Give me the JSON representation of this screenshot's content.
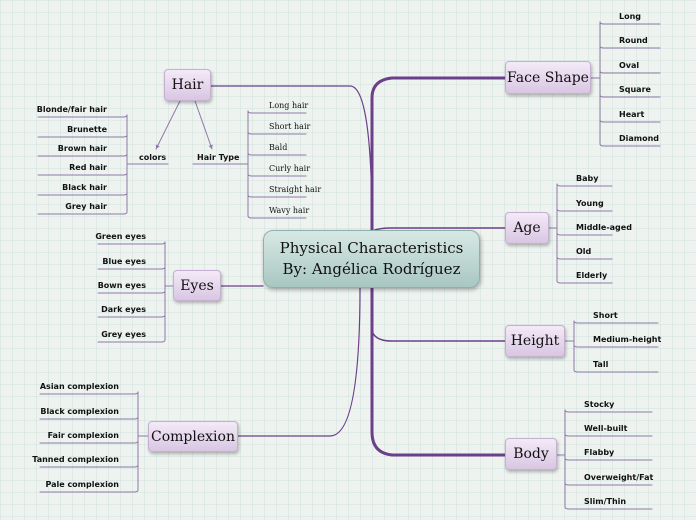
{
  "central": {
    "line1": "Physical Characteristics",
    "line2": "By: Angélica Rodríguez"
  },
  "topics": {
    "hair": "Hair",
    "eyes": "Eyes",
    "complexion": "Complexion",
    "face_shape": "Face Shape",
    "age": "Age",
    "height": "Height",
    "body": "Body"
  },
  "hair_subtopics": {
    "colors": "colors",
    "hair_type": "Hair Type"
  },
  "hair_colors": [
    "Blonde/fair hair",
    "Brunette",
    "Brown hair",
    "Red hair",
    "Black hair",
    "Grey hair"
  ],
  "hair_types": [
    "Long hair",
    "Short hair",
    "Bald",
    "Curly hair",
    "Straight hair",
    "Wavy hair"
  ],
  "eyes": [
    "Green eyes",
    "Blue eyes",
    "Bown eyes",
    "Dark eyes",
    "Grey eyes"
  ],
  "complexion": [
    "Asian complexion",
    "Black complexion",
    "Fair complexion",
    "Tanned complexion",
    "Pale complexion"
  ],
  "face_shape": [
    "Long",
    "Round",
    "Oval",
    "Square",
    "Heart",
    "Diamond"
  ],
  "age": [
    "Baby",
    "Young",
    "Middle-aged",
    "Old",
    "Elderly"
  ],
  "height": [
    "Short",
    "Medium-height",
    "Tall"
  ],
  "body": [
    "Stocky",
    "Well-built",
    "Flabby",
    "Overweight/Fat",
    "Slim/Thin"
  ],
  "colors": {
    "branch": "#6b3f8a",
    "leaf_line": "#8f79a5"
  }
}
